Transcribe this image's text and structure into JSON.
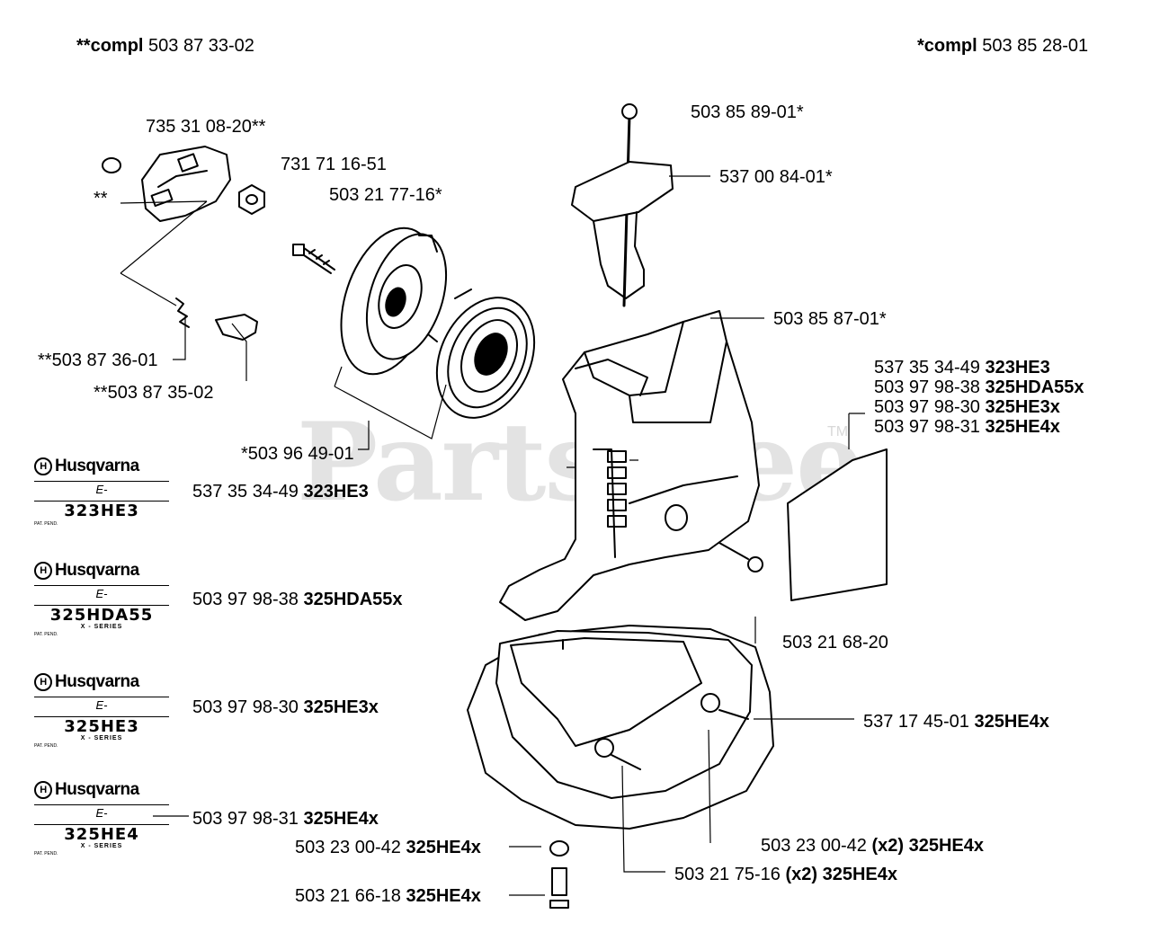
{
  "header": {
    "left_kit": {
      "prefix": "**compl",
      "number": "503 87 33-02"
    },
    "right_kit": {
      "prefix": "*compl",
      "number": "503 85 28-01"
    }
  },
  "watermark": {
    "text": "PartsTree",
    "tm": "TM"
  },
  "part_labels": {
    "p1": "735 31 08-20**",
    "p2": "**",
    "p3": "731 71 16-51",
    "p4": "503 21 77-16*",
    "p5": "503 85 89-01*",
    "p6": "537 00 84-01*",
    "p7": "503 85 87-01*",
    "p8": "**503 87 36-01",
    "p9": "**503 87 35-02",
    "p10": "*503 96 49-01",
    "p11": "503 21 68-20"
  },
  "decal_group": [
    {
      "number": "537 35 34-49",
      "model": "323HE3"
    },
    {
      "number": "503 97 98-38",
      "model": "325HDA55x"
    },
    {
      "number": "503 97 98-30",
      "model": "325HE3x"
    },
    {
      "number": "503 97 98-31",
      "model": "325HE4x"
    }
  ],
  "decal_rows": [
    {
      "number": "537 35 34-49",
      "model": "323HE3",
      "brand": "Husqvarna",
      "e": "E-",
      "art": "323HE3",
      "series": "",
      "pat": "PAT. PEND."
    },
    {
      "number": "503 97 98-38",
      "model": "325HDA55x",
      "brand": "Husqvarna",
      "e": "E-",
      "art": "325HDA55",
      "series": "X - SERIES",
      "pat": "PAT. PEND."
    },
    {
      "number": "503 97 98-30",
      "model": "325HE3x",
      "brand": "Husqvarna",
      "e": "E-",
      "art": "325HE3",
      "series": "X - SERIES",
      "pat": "PAT. PEND."
    },
    {
      "number": "503 97 98-31",
      "model": "325HE4x",
      "brand": "Husqvarna",
      "e": "E-",
      "art": "325HE4",
      "series": "X - SERIES",
      "pat": "PAT. PEND."
    }
  ],
  "base_labels": {
    "b1": {
      "number": "537 17 45-01",
      "model": "325HE4x"
    },
    "b2": {
      "number": "503 23 00-42",
      "qty": "(x2)",
      "model": "325HE4x"
    },
    "b3": {
      "number": "503 23 00-42",
      "model": "325HE4x"
    },
    "b4": {
      "number": "503 21 75-16",
      "qty": "(x2)",
      "model": "325HE4x"
    },
    "b5": {
      "number": "503 21 66-18",
      "model": "325HE4x"
    }
  }
}
